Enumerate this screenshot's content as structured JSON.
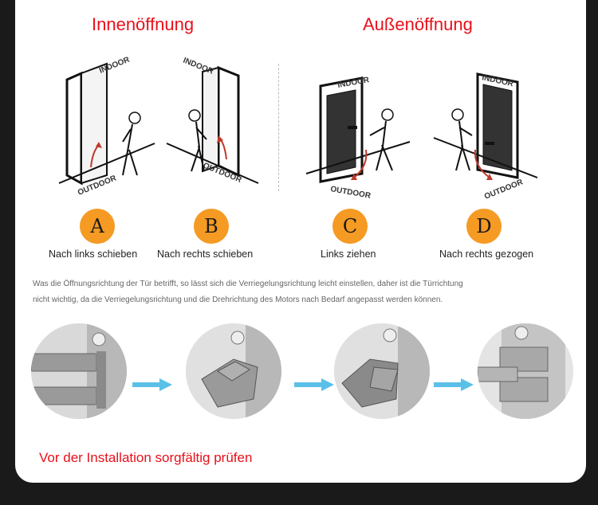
{
  "headings": {
    "inside_opening": "Innenöffnung",
    "outside_opening": "Außenöffnung"
  },
  "door_labels": {
    "indoor": "INDOOR",
    "outdoor": "OUTDOOR"
  },
  "options": [
    {
      "letter": "A",
      "caption": "Nach links schieben"
    },
    {
      "letter": "B",
      "caption": "Nach rechts schieben"
    },
    {
      "letter": "C",
      "caption": "Links ziehen"
    },
    {
      "letter": "D",
      "caption": "Nach rechts gezogen"
    }
  ],
  "note": {
    "line1": "Was die Öffnungsrichtung der Tür betrifft, so lässt sich die Verriegelungsrichtung leicht einstellen, daher ist die Türrichtung",
    "line2": "nicht wichtig, da die Verriegelungsrichtung und die Drehrichtung des Motors nach Bedarf angepasst werden können."
  },
  "footer": {
    "warning": "Vor der Installation sorgfältig prüfen"
  },
  "colors": {
    "heading": "#e8101a",
    "badge": "#f59a23",
    "arrow": "#5bc0e8",
    "background": "#ffffff"
  },
  "icons": [
    "door-diagram",
    "person-figure",
    "bolt-photo",
    "right-arrow-icon"
  ]
}
